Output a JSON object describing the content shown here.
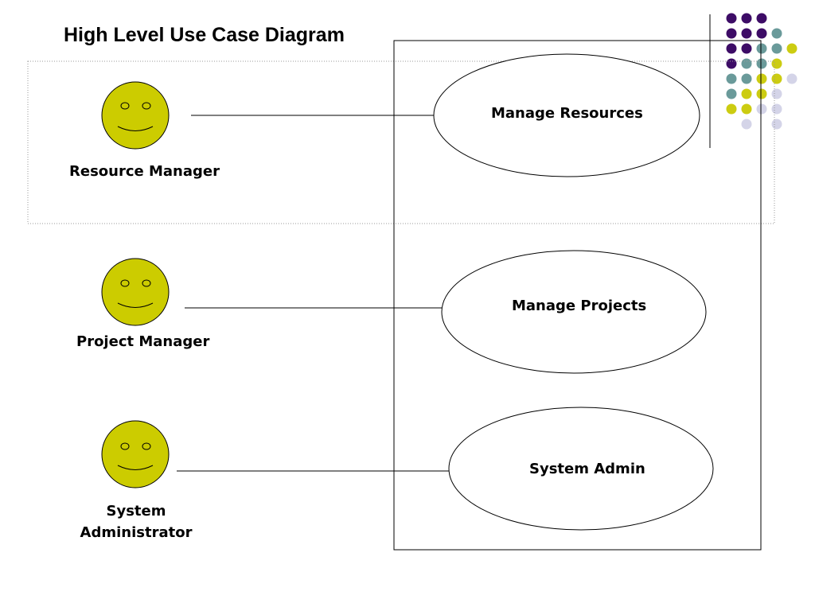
{
  "title": "High Level Use Case Diagram",
  "actors": [
    {
      "label": "Resource Manager"
    },
    {
      "label": "Project Manager"
    },
    {
      "label": "System\nAdministrator"
    }
  ],
  "use_cases": [
    {
      "label": "Manage Resources"
    },
    {
      "label": "Manage Projects"
    },
    {
      "label": "System Admin"
    }
  ],
  "colors": {
    "face": "#cccc00",
    "dot_purple": "#3d0c66",
    "dot_teal": "#6a9a9a",
    "dot_yellow": "#cccc11",
    "dot_lavender": "#d4d4e8"
  }
}
